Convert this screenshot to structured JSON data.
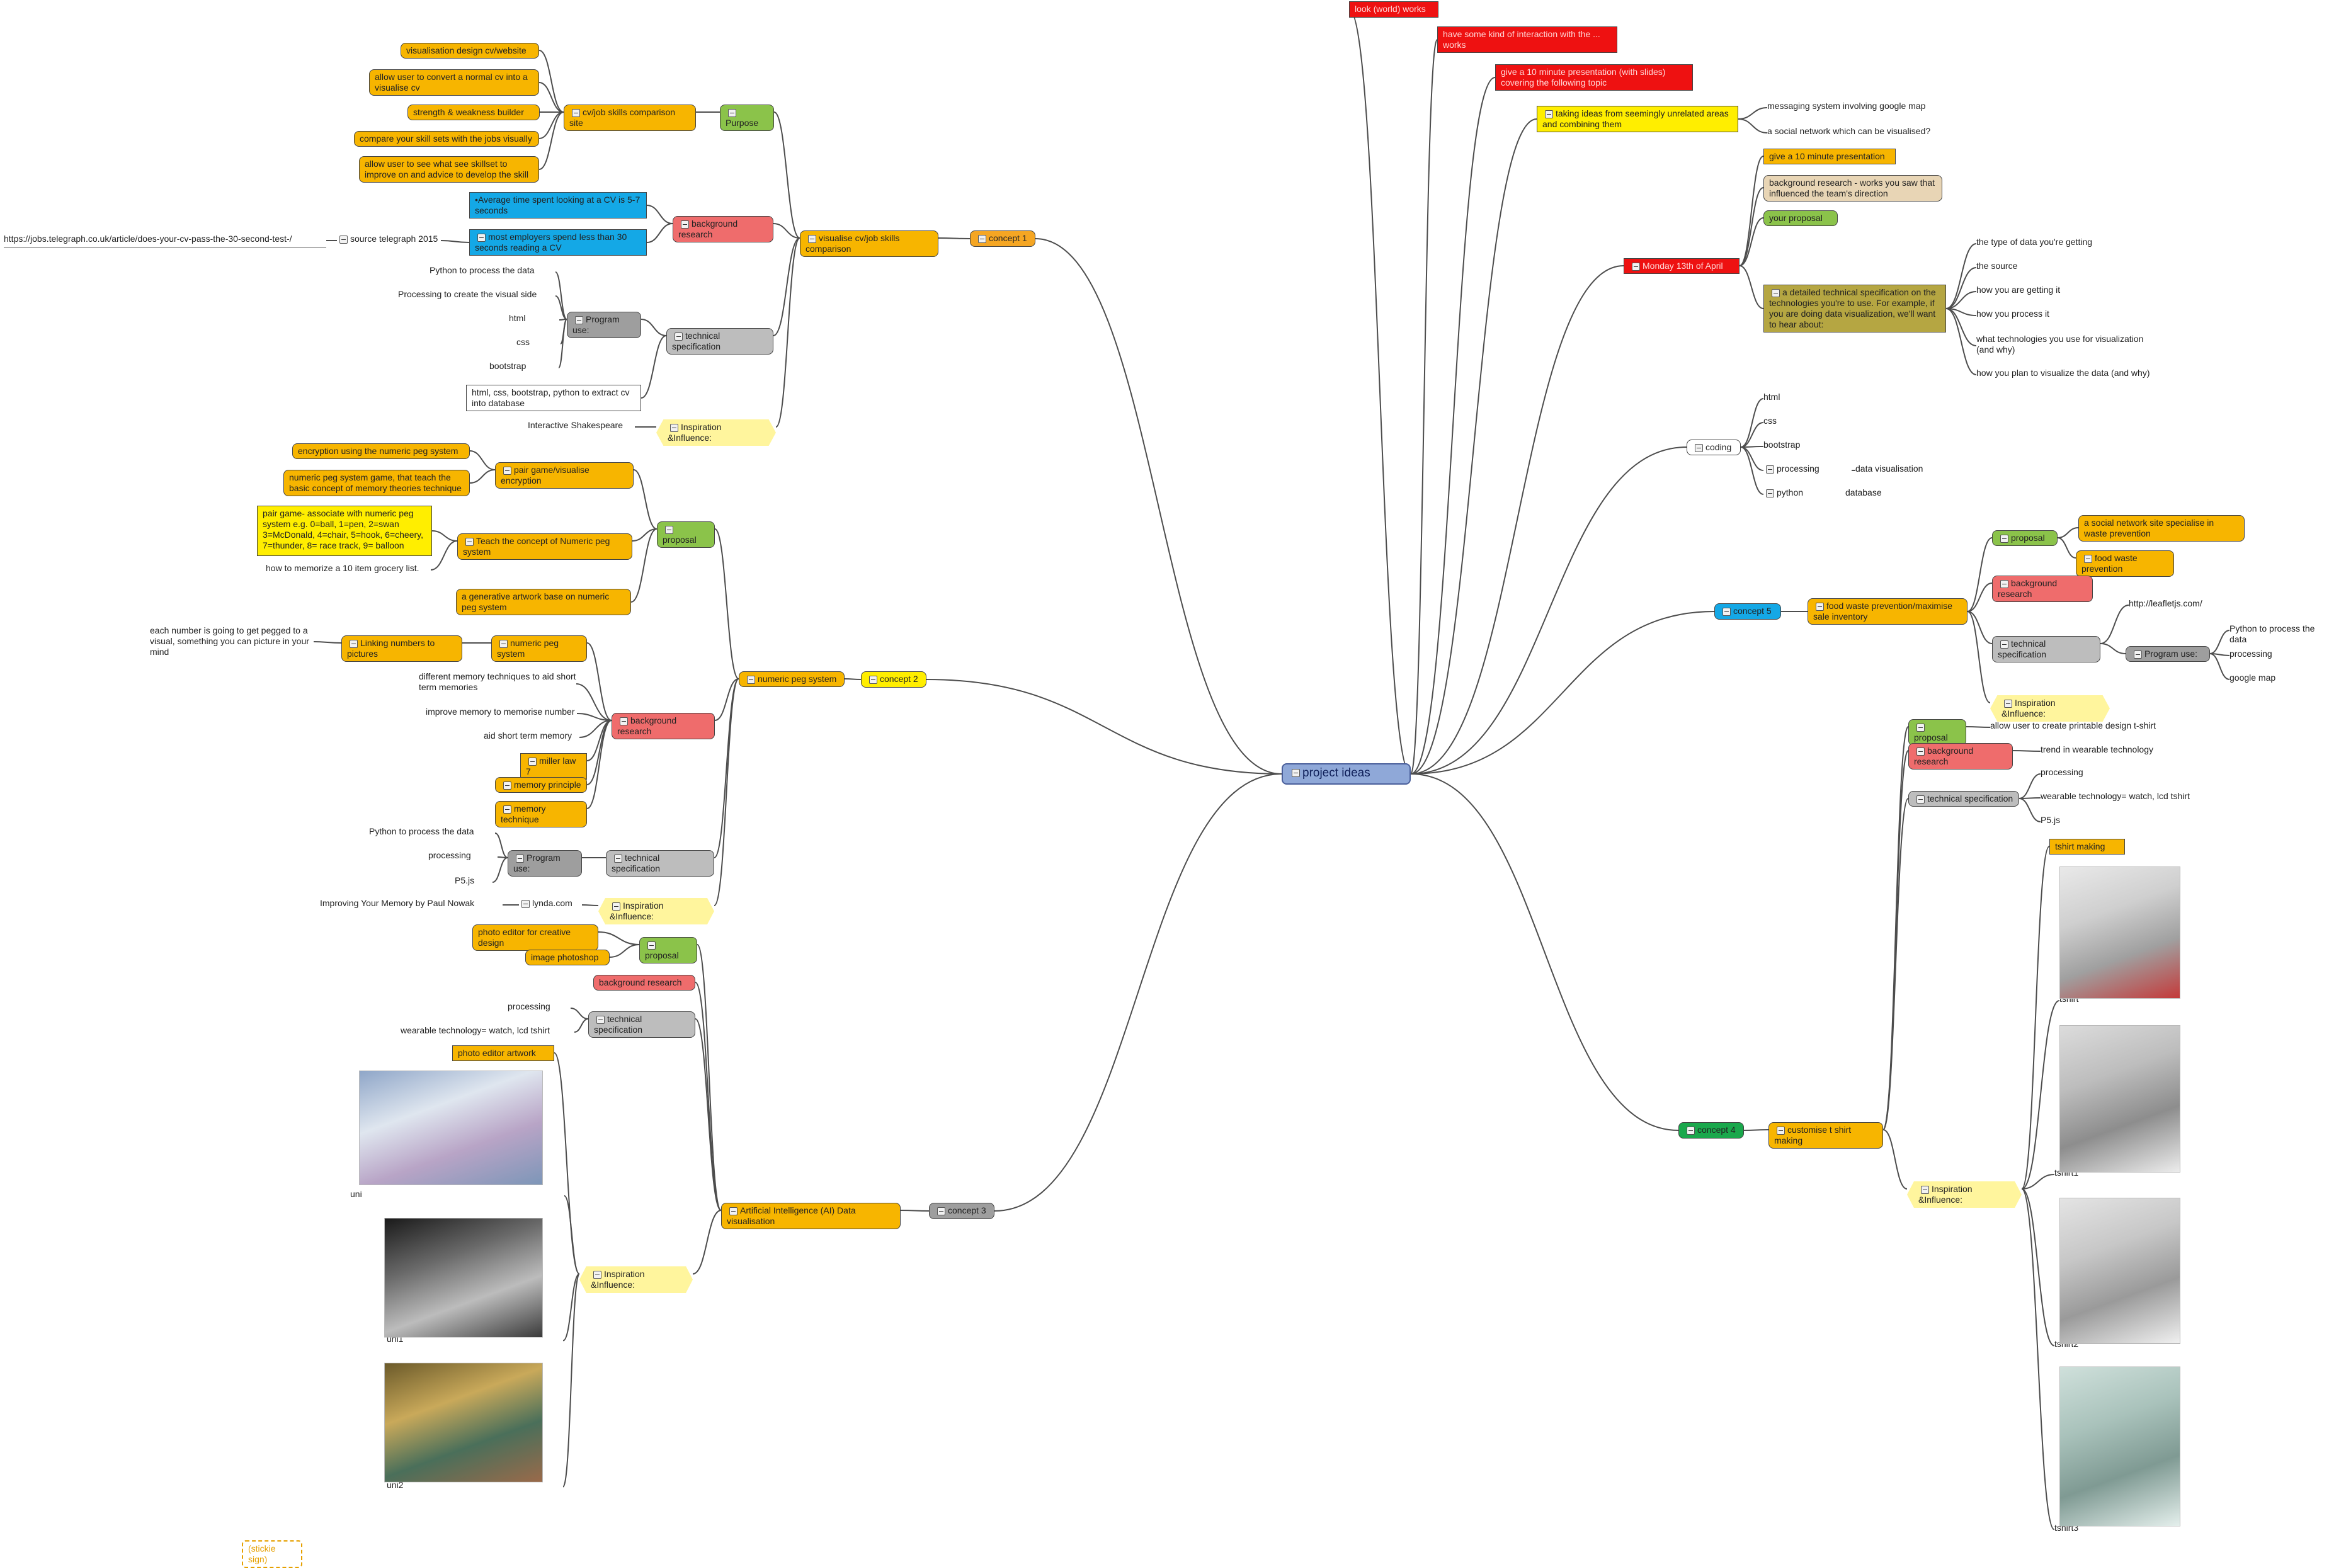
{
  "nodes": [
    {
      "id": "root",
      "text": "project ideas",
      "style": "center",
      "bg": "#8fa8d8",
      "tog": true
    },
    {
      "id": "c1",
      "text": "concept 1",
      "bg": "#f5a623",
      "tog": true
    },
    {
      "id": "c1a",
      "text": "visualise cv/job skills comparison",
      "bg": "#f7b500",
      "tog": true
    },
    {
      "id": "c1p",
      "text": "Purpose",
      "bg": "#8bc34a",
      "tog": true
    },
    {
      "id": "c1s",
      "text": "cv/job skills comparison site",
      "bg": "#f7b500",
      "tog": true
    },
    {
      "id": "c1s1",
      "text": "visualisation design cv/website",
      "bg": "#f7b500"
    },
    {
      "id": "c1s2",
      "text": "allow user to convert a normal cv into a visualise cv",
      "bg": "#f7b500"
    },
    {
      "id": "c1s3",
      "text": "strength & weakness builder",
      "bg": "#f7b500"
    },
    {
      "id": "c1s4",
      "text": "compare your skill sets with the jobs visually",
      "bg": "#f7b500"
    },
    {
      "id": "c1s5",
      "text": "allow user to see what see skillset to improve on and advice to develop the skill",
      "bg": "#f7b500"
    },
    {
      "id": "c1b",
      "text": "background research",
      "bg": "#ef6c6c",
      "tog": true
    },
    {
      "id": "c1b1",
      "text": "•Average time spent looking at a CV is 5-7 seconds",
      "bg": "#14a8e6",
      "sq": true
    },
    {
      "id": "c1b2",
      "text": "most employers spend less than 30 seconds reading a CV",
      "bg": "#14a8e6",
      "sq": true,
      "tog": true
    },
    {
      "id": "c1b3",
      "text": "source telegraph 2015",
      "style": "plain",
      "tog": true
    },
    {
      "id": "c1b4",
      "text": "https://jobs.telegraph.co.uk/article/does-your-cv-pass-the-30-second-test-/",
      "style": "plain",
      "ul": true
    },
    {
      "id": "c1t",
      "text": "technical specification",
      "bg": "#bdbdbd",
      "tog": true
    },
    {
      "id": "c1pu",
      "text": "Program use:",
      "bg": "#9e9e9e",
      "tog": true
    },
    {
      "id": "c1pu1",
      "text": "Python to process the data",
      "style": "plain"
    },
    {
      "id": "c1pu2",
      "text": "Processing to create the visual side",
      "style": "plain"
    },
    {
      "id": "c1pu3",
      "text": "html",
      "style": "plain"
    },
    {
      "id": "c1pu4",
      "text": "css",
      "style": "plain"
    },
    {
      "id": "c1pu5",
      "text": "bootstrap",
      "style": "plain"
    },
    {
      "id": "c1t2",
      "text": "html, css, bootstrap, python to extract cv into database",
      "bg": "#ffffff",
      "sq": true
    },
    {
      "id": "c1i",
      "text": "Inspiration &Influence:",
      "bg": "#fff59d",
      "style": "hex",
      "tog": true
    },
    {
      "id": "c1i1",
      "text": "Interactive Shakespeare",
      "style": "plain"
    },
    {
      "id": "c2",
      "text": "concept 2",
      "bg": "#ffee00",
      "tog": true
    },
    {
      "id": "c2a",
      "text": "numeric peg system",
      "bg": "#f7b500",
      "tog": true
    },
    {
      "id": "c2p",
      "text": "proposal",
      "bg": "#8bc34a",
      "tog": true
    },
    {
      "id": "c2p1",
      "text": "pair game/visualise encryption",
      "bg": "#f7b500",
      "tog": true
    },
    {
      "id": "c2p1a",
      "text": "encryption using the numeric peg system",
      "bg": "#f7b500"
    },
    {
      "id": "c2p1b",
      "text": "numeric peg system game, that teach the basic concept of memory theories technique",
      "bg": "#f7b500"
    },
    {
      "id": "c2p2",
      "text": "Teach the concept of Numeric peg system",
      "bg": "#f7b500",
      "tog": true
    },
    {
      "id": "c2p2a",
      "text": "pair game- associate with numeric peg system e.g. 0=ball, 1=pen, 2=swan 3=McDonald, 4=chair, 5=hook, 6=cheery, 7=thunder, 8= race track, 9= balloon",
      "bg": "#ffee00",
      "sq": true
    },
    {
      "id": "c2p2b",
      "text": "how to memorize a 10 item grocery list.",
      "style": "plain"
    },
    {
      "id": "c2p3",
      "text": "a generative artwork base on numeric peg system",
      "bg": "#f7b500"
    },
    {
      "id": "c2b",
      "text": "background research",
      "bg": "#ef6c6c",
      "tog": true
    },
    {
      "id": "c2b1",
      "text": "numeric peg system",
      "bg": "#f7b500",
      "tog": true
    },
    {
      "id": "c2b1a",
      "text": "Linking numbers to pictures",
      "bg": "#f7b500",
      "tog": true
    },
    {
      "id": "c2b1b",
      "text": "each number is going to get pegged to a visual, something you can picture in your mind",
      "style": "plain"
    },
    {
      "id": "c2b2",
      "text": "different memory techniques to aid short term memories",
      "style": "plain"
    },
    {
      "id": "c2b3",
      "text": "improve memory to memorise number",
      "style": "plain"
    },
    {
      "id": "c2b4",
      "text": "aid short term memory",
      "style": "plain"
    },
    {
      "id": "c2b5",
      "text": "miller law 7",
      "bg": "#f7b500",
      "sq": true,
      "tog": true
    },
    {
      "id": "c2b6",
      "text": "memory principle",
      "bg": "#f7b500",
      "tog": true
    },
    {
      "id": "c2b7",
      "text": "memory technique",
      "bg": "#f7b500",
      "tog": true
    },
    {
      "id": "c2t",
      "text": "technical specification",
      "bg": "#bdbdbd",
      "tog": true
    },
    {
      "id": "c2pu",
      "text": "Program use:",
      "bg": "#9e9e9e",
      "tog": true
    },
    {
      "id": "c2pu1",
      "text": "Python to process the data",
      "style": "plain"
    },
    {
      "id": "c2pu2",
      "text": "processing",
      "style": "plain"
    },
    {
      "id": "c2pu3",
      "text": "P5.js",
      "style": "plain"
    },
    {
      "id": "c2i",
      "text": "Inspiration &Influence:",
      "bg": "#fff59d",
      "style": "hex",
      "tog": true
    },
    {
      "id": "c2i1",
      "text": "lynda.com",
      "style": "plain",
      "tog": true
    },
    {
      "id": "c2i2",
      "text": "Improving Your Memory by Paul Nowak",
      "style": "plain"
    },
    {
      "id": "c3",
      "text": "concept 3",
      "bg": "#9e9e9e",
      "tog": true
    },
    {
      "id": "c3a",
      "text": "Artificial Intelligence (AI) Data visualisation",
      "bg": "#f7b500",
      "tog": true
    },
    {
      "id": "c3p",
      "text": "proposal",
      "bg": "#8bc34a",
      "tog": true
    },
    {
      "id": "c3p1",
      "text": "photo editor for creative design",
      "bg": "#f7b500"
    },
    {
      "id": "c3p2",
      "text": "image photoshop",
      "bg": "#f7b500"
    },
    {
      "id": "c3b",
      "text": "background research",
      "bg": "#ef6c6c"
    },
    {
      "id": "c3t",
      "text": "technical specification",
      "bg": "#bdbdbd",
      "tog": true
    },
    {
      "id": "c3t1",
      "text": "processing",
      "style": "plain"
    },
    {
      "id": "c3t2",
      "text": "wearable technology= watch, lcd tshirt",
      "style": "plain"
    },
    {
      "id": "c3i",
      "text": "Inspiration &Influence:",
      "bg": "#fff59d",
      "style": "hex",
      "tog": true
    },
    {
      "id": "c3i0",
      "text": "photo editor artwork",
      "bg": "#f7b500",
      "sq": true
    },
    {
      "id": "c3im1",
      "text": "uni",
      "style": "plain"
    },
    {
      "id": "c3im2",
      "text": "uni1",
      "style": "plain"
    },
    {
      "id": "c3im3",
      "text": "uni2",
      "style": "plain"
    },
    {
      "id": "r1",
      "text": "look (world) works",
      "bg": "#ee1111",
      "sq": true
    },
    {
      "id": "r2",
      "text": "have some kind of interaction with the ... works",
      "bg": "#ee1111",
      "sq": true
    },
    {
      "id": "r3",
      "text": "give a 10 minute presentation (with slides) covering the following topic",
      "bg": "#ee1111",
      "sq": true
    },
    {
      "id": "r4",
      "text": "taking ideas from seemingly unrelated areas and combining them",
      "bg": "#ffee00",
      "sq": true,
      "tog": true
    },
    {
      "id": "r4a",
      "text": "messaging system involving google map",
      "style": "plain"
    },
    {
      "id": "r4b",
      "text": "a social network which can be visualised?",
      "style": "plain"
    },
    {
      "id": "mon",
      "text": "Monday 13th of April",
      "bg": "#ee1111",
      "sq": true,
      "tog": true
    },
    {
      "id": "mon1",
      "text": "give a 10 minute presentation",
      "bg": "#f7b500",
      "sq": true
    },
    {
      "id": "mon2",
      "text": "background research - works you saw that influenced the team's direction",
      "bg": "#e8d5b5"
    },
    {
      "id": "mon3",
      "text": "your proposal",
      "bg": "#8bc34a"
    },
    {
      "id": "mon4",
      "text": "a detailed technical specification on the technologies you're to use. For example, if you are doing data visualization, we'll want to hear about:",
      "bg": "#b5a642",
      "sq": true,
      "tog": true
    },
    {
      "id": "mon4a",
      "text": "the type of data you're getting",
      "style": "plain"
    },
    {
      "id": "mon4b",
      "text": "the source",
      "style": "plain"
    },
    {
      "id": "mon4c",
      "text": "how you are getting it",
      "style": "plain"
    },
    {
      "id": "mon4d",
      "text": "how you process it",
      "style": "plain"
    },
    {
      "id": "mon4e",
      "text": "what technologies you use for visualization (and why)",
      "style": "plain"
    },
    {
      "id": "mon4f",
      "text": "how you plan to visualize the data (and why)",
      "style": "plain"
    },
    {
      "id": "cod",
      "text": "coding",
      "bg": "#ffffff",
      "tog": true
    },
    {
      "id": "cod1",
      "text": "html",
      "style": "plain"
    },
    {
      "id": "cod2",
      "text": "css",
      "style": "plain"
    },
    {
      "id": "cod3",
      "text": "bootstrap",
      "style": "plain"
    },
    {
      "id": "cod4",
      "text": "processing",
      "style": "plain",
      "tog": true
    },
    {
      "id": "cod4a",
      "text": "data visualisation",
      "style": "plain"
    },
    {
      "id": "cod5",
      "text": "python",
      "style": "plain",
      "tog": true
    },
    {
      "id": "cod5a",
      "text": "database",
      "style": "plain"
    },
    {
      "id": "c5",
      "text": "concept 5",
      "bg": "#14a8e6",
      "tog": true
    },
    {
      "id": "c5a",
      "text": "food waste prevention/maximise sale inventory",
      "bg": "#f7b500",
      "tog": true
    },
    {
      "id": "c5p",
      "text": "proposal",
      "bg": "#8bc34a",
      "tog": true
    },
    {
      "id": "c5p1",
      "text": "a social network site specialise in waste prevention",
      "bg": "#f7b500"
    },
    {
      "id": "c5p2",
      "text": "food waste prevention",
      "bg": "#f7b500",
      "tog": true
    },
    {
      "id": "c5b",
      "text": "background research",
      "bg": "#ef6c6c",
      "tog": true
    },
    {
      "id": "c5t",
      "text": "technical specification",
      "bg": "#bdbdbd",
      "tog": true
    },
    {
      "id": "c5t1",
      "text": "http://leafletjs.com/",
      "style": "plain"
    },
    {
      "id": "c5pu",
      "text": "Program use:",
      "bg": "#9e9e9e",
      "tog": true
    },
    {
      "id": "c5pu1",
      "text": "Python to process the data",
      "style": "plain"
    },
    {
      "id": "c5pu2",
      "text": "processing",
      "style": "plain"
    },
    {
      "id": "c5pu3",
      "text": "google map",
      "style": "plain"
    },
    {
      "id": "c5i",
      "text": "Inspiration &Influence:",
      "bg": "#fff59d",
      "style": "hex",
      "tog": true
    },
    {
      "id": "c4",
      "text": "concept 4",
      "bg": "#1aa84c",
      "tog": true
    },
    {
      "id": "c4a",
      "text": "customise t shirt making",
      "bg": "#f7b500",
      "tog": true
    },
    {
      "id": "c4p",
      "text": "proposal",
      "bg": "#8bc34a",
      "tog": true
    },
    {
      "id": "c4p1",
      "text": "allow user to create printable design t-shirt",
      "style": "plain"
    },
    {
      "id": "c4b",
      "text": "background research",
      "bg": "#ef6c6c",
      "tog": true
    },
    {
      "id": "c4b1",
      "text": "trend in wearable technology",
      "style": "plain"
    },
    {
      "id": "c4t",
      "text": "technical specification",
      "bg": "#bdbdbd",
      "tog": true
    },
    {
      "id": "c4t1",
      "text": "processing",
      "style": "plain"
    },
    {
      "id": "c4t2",
      "text": "wearable technology= watch, lcd tshirt",
      "style": "plain"
    },
    {
      "id": "c4t3",
      "text": "P5.js",
      "style": "plain"
    },
    {
      "id": "c4i",
      "text": "Inspiration &Influence:",
      "bg": "#fff59d",
      "style": "hex",
      "tog": true
    },
    {
      "id": "c4i0",
      "text": "tshirt making",
      "bg": "#f7b500",
      "sq": true
    },
    {
      "id": "c4im1",
      "text": "tshirt",
      "style": "plain"
    },
    {
      "id": "c4im2",
      "text": "tshirt1",
      "style": "plain"
    },
    {
      "id": "c4im3",
      "text": "tshirt2",
      "style": "plain"
    },
    {
      "id": "c4im4",
      "text": "tshirt3",
      "style": "plain"
    },
    {
      "id": "fl",
      "text": "(stickie sign)",
      "style": "dashed"
    }
  ],
  "edges": [
    [
      "root",
      "c1"
    ],
    [
      "root",
      "c2"
    ],
    [
      "root",
      "c3"
    ],
    [
      "root",
      "c4"
    ],
    [
      "root",
      "c5"
    ],
    [
      "root",
      "cod"
    ],
    [
      "root",
      "mon"
    ],
    [
      "root",
      "r1"
    ],
    [
      "root",
      "r2"
    ],
    [
      "root",
      "r3"
    ],
    [
      "root",
      "r4"
    ],
    [
      "c1",
      "c1a"
    ],
    [
      "c1a",
      "c1p"
    ],
    [
      "c1a",
      "c1b"
    ],
    [
      "c1a",
      "c1t"
    ],
    [
      "c1a",
      "c1i"
    ],
    [
      "c1p",
      "c1s"
    ],
    [
      "c1s",
      "c1s1"
    ],
    [
      "c1s",
      "c1s2"
    ],
    [
      "c1s",
      "c1s3"
    ],
    [
      "c1s",
      "c1s4"
    ],
    [
      "c1s",
      "c1s5"
    ],
    [
      "c1b",
      "c1b1"
    ],
    [
      "c1b",
      "c1b2"
    ],
    [
      "c1b2",
      "c1b3"
    ],
    [
      "c1b3",
      "c1b4"
    ],
    [
      "c1t",
      "c1pu"
    ],
    [
      "c1t",
      "c1t2"
    ],
    [
      "c1pu",
      "c1pu1"
    ],
    [
      "c1pu",
      "c1pu2"
    ],
    [
      "c1pu",
      "c1pu3"
    ],
    [
      "c1pu",
      "c1pu4"
    ],
    [
      "c1pu",
      "c1pu5"
    ],
    [
      "c1i",
      "c1i1"
    ],
    [
      "c2",
      "c2a"
    ],
    [
      "c2a",
      "c2p"
    ],
    [
      "c2a",
      "c2b"
    ],
    [
      "c2a",
      "c2t"
    ],
    [
      "c2a",
      "c2i"
    ],
    [
      "c2p",
      "c2p1"
    ],
    [
      "c2p",
      "c2p2"
    ],
    [
      "c2p",
      "c2p3"
    ],
    [
      "c2p1",
      "c2p1a"
    ],
    [
      "c2p1",
      "c2p1b"
    ],
    [
      "c2p2",
      "c2p2a"
    ],
    [
      "c2p2",
      "c2p2b"
    ],
    [
      "c2b",
      "c2b1"
    ],
    [
      "c2b",
      "c2b2"
    ],
    [
      "c2b",
      "c2b3"
    ],
    [
      "c2b",
      "c2b4"
    ],
    [
      "c2b",
      "c2b5"
    ],
    [
      "c2b",
      "c2b6"
    ],
    [
      "c2b",
      "c2b7"
    ],
    [
      "c2b1",
      "c2b1a"
    ],
    [
      "c2b1a",
      "c2b1b"
    ],
    [
      "c2t",
      "c2pu"
    ],
    [
      "c2pu",
      "c2pu1"
    ],
    [
      "c2pu",
      "c2pu2"
    ],
    [
      "c2pu",
      "c2pu3"
    ],
    [
      "c2i",
      "c2i1"
    ],
    [
      "c2i1",
      "c2i2"
    ],
    [
      "c3",
      "c3a"
    ],
    [
      "c3a",
      "c3p"
    ],
    [
      "c3a",
      "c3b"
    ],
    [
      "c3a",
      "c3t"
    ],
    [
      "c3a",
      "c3i"
    ],
    [
      "c3p",
      "c3p1"
    ],
    [
      "c3p",
      "c3p2"
    ],
    [
      "c3t",
      "c3t1"
    ],
    [
      "c3t",
      "c3t2"
    ],
    [
      "c3i",
      "c3i0"
    ],
    [
      "c3i",
      "c3im1"
    ],
    [
      "c3i",
      "c3im2"
    ],
    [
      "c3i",
      "c3im3"
    ],
    [
      "r4",
      "r4a"
    ],
    [
      "r4",
      "r4b"
    ],
    [
      "mon",
      "mon1"
    ],
    [
      "mon",
      "mon2"
    ],
    [
      "mon",
      "mon3"
    ],
    [
      "mon",
      "mon4"
    ],
    [
      "mon4",
      "mon4a"
    ],
    [
      "mon4",
      "mon4b"
    ],
    [
      "mon4",
      "mon4c"
    ],
    [
      "mon4",
      "mon4d"
    ],
    [
      "mon4",
      "mon4e"
    ],
    [
      "mon4",
      "mon4f"
    ],
    [
      "cod",
      "cod1"
    ],
    [
      "cod",
      "cod2"
    ],
    [
      "cod",
      "cod3"
    ],
    [
      "cod",
      "cod4"
    ],
    [
      "cod",
      "cod5"
    ],
    [
      "cod4",
      "cod4a"
    ],
    [
      "cod5",
      "cod5a"
    ],
    [
      "c5",
      "c5a"
    ],
    [
      "c5a",
      "c5p"
    ],
    [
      "c5a",
      "c5b"
    ],
    [
      "c5a",
      "c5t"
    ],
    [
      "c5a",
      "c5i"
    ],
    [
      "c5p",
      "c5p1"
    ],
    [
      "c5p",
      "c5p2"
    ],
    [
      "c5t",
      "c5t1"
    ],
    [
      "c5t",
      "c5pu"
    ],
    [
      "c5pu",
      "c5pu1"
    ],
    [
      "c5pu",
      "c5pu2"
    ],
    [
      "c5pu",
      "c5pu3"
    ],
    [
      "c4",
      "c4a"
    ],
    [
      "c4a",
      "c4p"
    ],
    [
      "c4a",
      "c4b"
    ],
    [
      "c4a",
      "c4t"
    ],
    [
      "c4a",
      "c4i"
    ],
    [
      "c4p",
      "c4p1"
    ],
    [
      "c4b",
      "c4b1"
    ],
    [
      "c4t",
      "c4t1"
    ],
    [
      "c4t",
      "c4t2"
    ],
    [
      "c4t",
      "c4t3"
    ],
    [
      "c4i",
      "c4i0"
    ],
    [
      "c4i",
      "c4im1"
    ],
    [
      "c4i",
      "c4im2"
    ],
    [
      "c4i",
      "c4im3"
    ],
    [
      "c4i",
      "c4im4"
    ]
  ],
  "images": [
    {
      "id": "img-uni",
      "caption_id": "c3im1",
      "tones": [
        "#8fa6c8",
        "#dfe6ef",
        "#b8a4c6",
        "#7d96b8"
      ]
    },
    {
      "id": "img-uni1",
      "caption_id": "c3im2",
      "tones": [
        "#1a1a1a",
        "#6a6a6a",
        "#bcbcbc",
        "#3b3b3b"
      ]
    },
    {
      "id": "img-uni2",
      "caption_id": "c3im3",
      "tones": [
        "#6b5a2a",
        "#c9a95a",
        "#4a6f5a",
        "#9a6a4a"
      ]
    },
    {
      "id": "img-tshirt",
      "caption_id": "c4im1",
      "tones": [
        "#e9e9e9",
        "#cfcfcf",
        "#a0a0a0",
        "#c43a3a"
      ]
    },
    {
      "id": "img-tshirt1",
      "caption_id": "c4im2",
      "tones": [
        "#dcdcdc",
        "#bdbdbd",
        "#8d8d8d",
        "#ececec"
      ]
    },
    {
      "id": "img-tshirt2",
      "caption_id": "c4im3",
      "tones": [
        "#e4e4e4",
        "#c7c7c7",
        "#9a9a9a",
        "#f0f0f0"
      ]
    },
    {
      "id": "img-tshirt3",
      "caption_id": "c4im4",
      "tones": [
        "#cfe0db",
        "#a9c2bb",
        "#7f9a93",
        "#e4efec"
      ]
    }
  ]
}
